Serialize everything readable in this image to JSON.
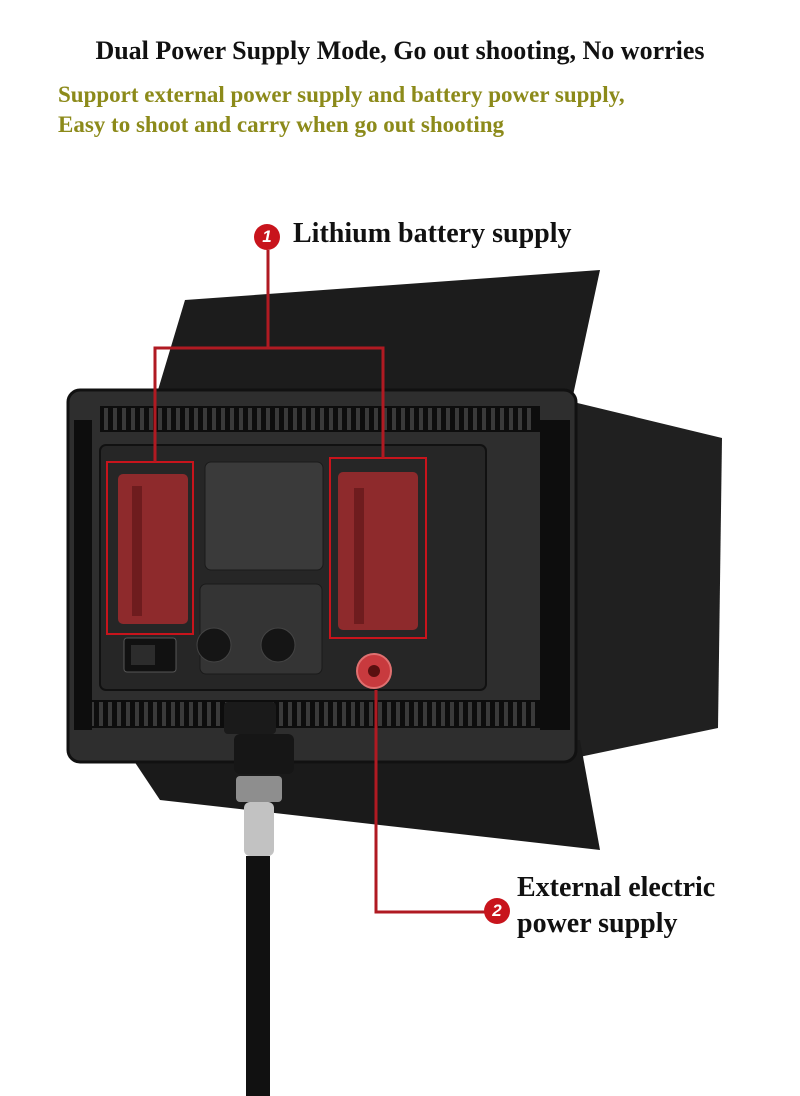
{
  "header": {
    "title": "Dual Power Supply Mode, Go out shooting, No worries",
    "subtitle_line1": "Support external power supply and battery power supply,",
    "subtitle_line2": "Easy to shoot and carry when go out shooting"
  },
  "callouts": [
    {
      "number": "1",
      "label": "Lithium battery supply"
    },
    {
      "number": "2",
      "label_line1": "External electric",
      "label_line2": "power supply"
    }
  ],
  "colors": {
    "accent_red": "#c8141c",
    "subtitle_olive": "#8c8a1a",
    "battery_red": "#8e2a2c",
    "panel_dark": "#2a2a2a"
  }
}
